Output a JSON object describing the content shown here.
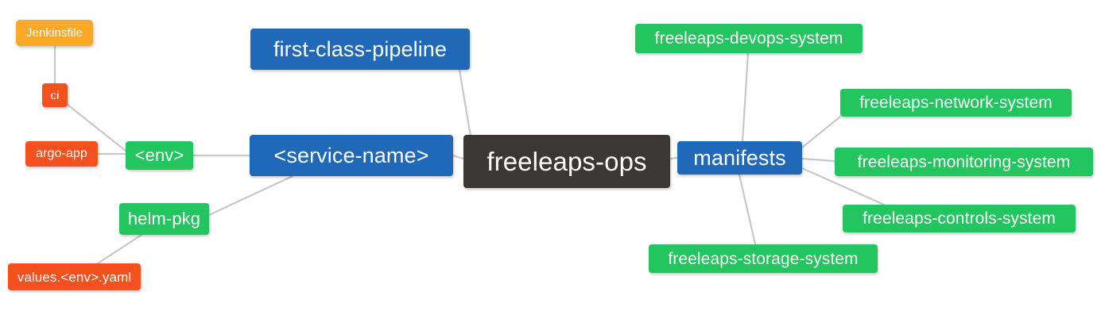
{
  "diagram": {
    "type": "mind-map",
    "title": "freeleaps-ops",
    "background_color": "#ffffff",
    "edge_color": "#c8c8c8",
    "palette": {
      "root": "#3b3734",
      "blue": "#2068b8",
      "green": "#22c55e",
      "orange": "#fba927",
      "red": "#f4511e",
      "text": "#ffffff"
    },
    "nodes": {
      "root": {
        "label": "freeleaps-ops"
      },
      "first_class_pipeline": {
        "label": "first-class-pipeline"
      },
      "service_name": {
        "label": "<service-name>"
      },
      "env": {
        "label": "<env>"
      },
      "ci": {
        "label": "ci"
      },
      "jenkinsfile": {
        "label": "Jenkinsfile"
      },
      "argo_app": {
        "label": "argo-app"
      },
      "helm_pkg": {
        "label": "helm-pkg"
      },
      "values_yaml": {
        "label": "values.<env>.yaml"
      },
      "manifests": {
        "label": "manifests"
      },
      "devops_system": {
        "label": "freeleaps-devops-system"
      },
      "network_system": {
        "label": "freeleaps-network-system"
      },
      "monitoring_system": {
        "label": "freeleaps-monitoring-system"
      },
      "controls_system": {
        "label": "freeleaps-controls-system"
      },
      "storage_system": {
        "label": "freeleaps-storage-system"
      }
    },
    "edges": [
      {
        "from": "root",
        "to": "service_name"
      },
      {
        "from": "root",
        "to": "first_class_pipeline"
      },
      {
        "from": "root",
        "to": "manifests"
      },
      {
        "from": "service_name",
        "to": "env"
      },
      {
        "from": "service_name",
        "to": "helm_pkg"
      },
      {
        "from": "env",
        "to": "ci"
      },
      {
        "from": "env",
        "to": "argo_app"
      },
      {
        "from": "ci",
        "to": "jenkinsfile"
      },
      {
        "from": "helm_pkg",
        "to": "values_yaml"
      },
      {
        "from": "manifests",
        "to": "devops_system"
      },
      {
        "from": "manifests",
        "to": "network_system"
      },
      {
        "from": "manifests",
        "to": "monitoring_system"
      },
      {
        "from": "manifests",
        "to": "controls_system"
      },
      {
        "from": "manifests",
        "to": "storage_system"
      }
    ]
  }
}
